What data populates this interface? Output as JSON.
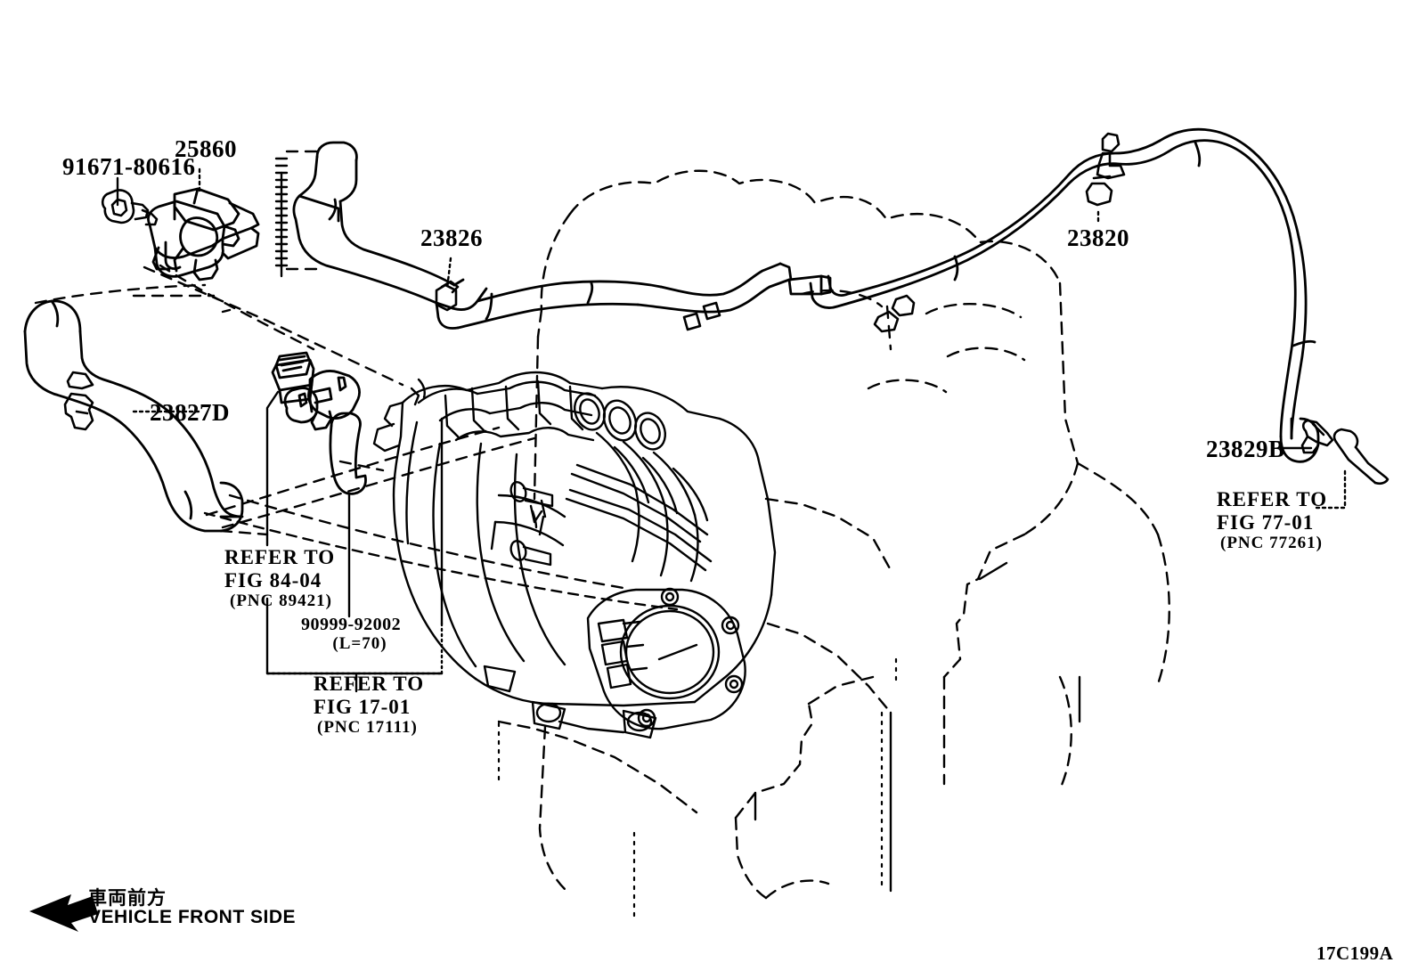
{
  "diagram": {
    "figure_code": "17C199A",
    "direction_note_jp": "車両前方",
    "direction_note_en": "VEHICLE FRONT SIDE",
    "background_color": "#ffffff",
    "line_color": "#000000"
  },
  "labels": {
    "bolt": "91671-80616",
    "valve": "25860",
    "hose_23826": "23826",
    "hose_23820": "23820",
    "hose_23827d": "23827D",
    "clip_23829b": "23829B",
    "tube_90999": "90999-92002",
    "tube_90999_len": "(L=70)"
  },
  "references": {
    "map_sensor": {
      "line1": "REFER TO",
      "line2": "FIG 84-04",
      "pnc": "(PNC 89421)"
    },
    "intake_manifold": {
      "line1": "REFER TO",
      "line2": "FIG 17-01",
      "pnc": "(PNC 17111)"
    },
    "fuel_part": {
      "line1": "REFER TO",
      "line2": "FIG 77-01",
      "pnc": "(PNC 77261)"
    }
  }
}
